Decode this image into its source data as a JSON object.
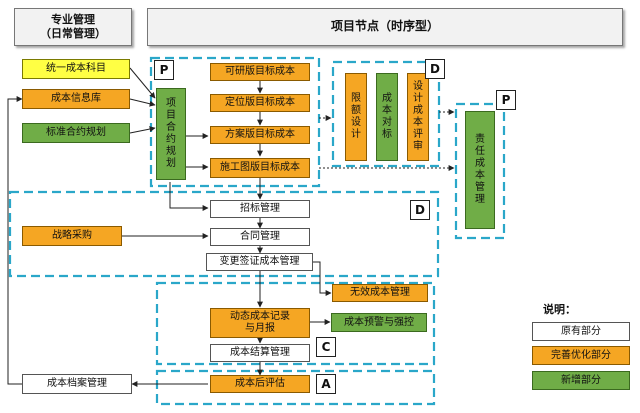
{
  "header": {
    "left": "专业管理\n（日常管理）",
    "right": "项目节点（时序型）"
  },
  "left_items": {
    "unified_subjects": "统一成本科目",
    "info_library": "成本信息库",
    "standard_contract": "标准合约规划",
    "strategic_purchase": "战略采购",
    "archive": "成本档案管理"
  },
  "contract_planning": "项目合约规划",
  "targets": {
    "feasibility": "可研版目标成本",
    "positioning": "定位版目标成本",
    "scheme": "方案版目标成本",
    "construction": "施工图版目标成本"
  },
  "design": {
    "limit": "限额设计",
    "benchmark": "成本对标",
    "review": "设计成本评审"
  },
  "responsibility": "责任成本管理",
  "process": {
    "bidding": "招标管理",
    "contract": "合同管理",
    "change": "变更签证成本管理",
    "invalid": "无效成本管理",
    "dynamic": "动态成本记录\n与月报",
    "warning": "成本预警与强控",
    "settlement": "成本结算管理",
    "post_eval": "成本后评估"
  },
  "tags": {
    "p1": "P",
    "d1": "D",
    "p2": "P",
    "d2": "D",
    "c": "C",
    "a": "A"
  },
  "legend": {
    "title": "说明：",
    "existing": "原有部分",
    "improved": "完善优化部分",
    "added": "新增部分"
  },
  "colors": {
    "yellow": "#ffff44",
    "orange": "#f5a623",
    "green": "#70ad47",
    "dashed_border": "#2aa7c9",
    "arrow": "#222222"
  }
}
